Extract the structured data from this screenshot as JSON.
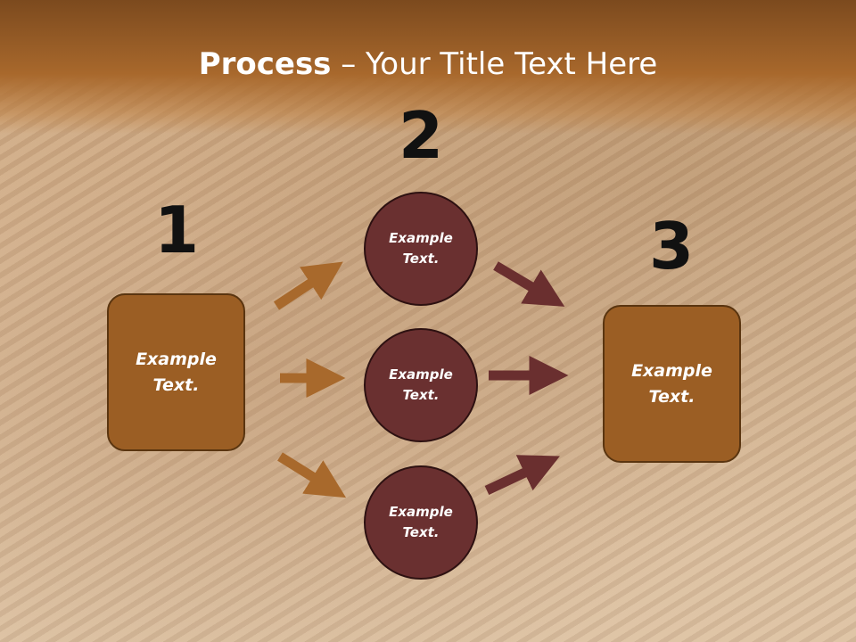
{
  "slide": {
    "title_bold": "Process",
    "title_rest": " – Your Title Text Here"
  },
  "steps": {
    "one": "1",
    "two": "2",
    "three": "3"
  },
  "nodes": {
    "left_box": "Example\nText.",
    "circle_top": "Example\nText.",
    "circle_middle": "Example\nText.",
    "circle_bottom": "Example\nText.",
    "right_box": "Example\nText."
  },
  "colors": {
    "header": "#a8682c",
    "box_fill": "#9b5e24",
    "circle_fill": "#6a3030",
    "arrow_in": "#a8692c",
    "arrow_out": "#6a2f2f"
  }
}
